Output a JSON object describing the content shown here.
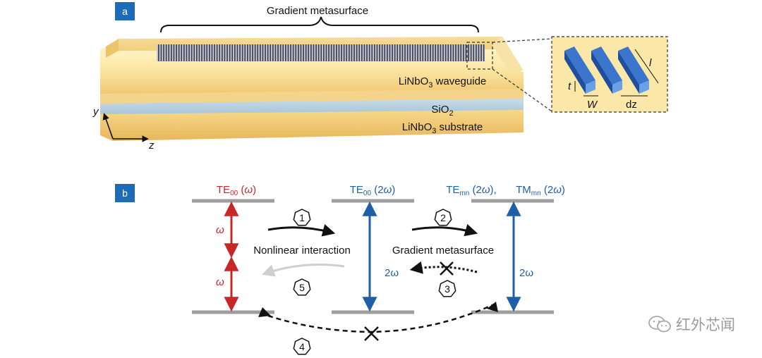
{
  "panel_a": {
    "badge": "a",
    "title": "Gradient metasurface",
    "layer_waveguide": {
      "pre": "LiNbO",
      "sub": "3",
      "post": " waveguide"
    },
    "layer_sio2": {
      "pre": "SiO",
      "sub": "2"
    },
    "layer_substrate": {
      "pre": "LiNbO",
      "sub": "3",
      "post": " substrate"
    },
    "axis_y": "y",
    "axis_z": "z",
    "inset": {
      "t": "t",
      "w": "W",
      "dz": "dz",
      "l": "l"
    }
  },
  "panel_b": {
    "badge": "b",
    "te00_w": {
      "pre": "TE",
      "sub": "00",
      "post": " (",
      "omega": "ω",
      "end": ")"
    },
    "te00_2w": {
      "pre": "TE",
      "sub": "00",
      "post": " (2",
      "omega": "ω",
      "end": ")"
    },
    "temn_2w": {
      "pre": "TE",
      "sub": "mn",
      "post": " (2",
      "omega": "ω",
      "end": "),"
    },
    "tmmn_2w": {
      "pre": "TM",
      "sub": "mn",
      "post": " (2",
      "omega": "ω",
      "end": ")"
    },
    "omega_upper": "ω",
    "omega_lower": "ω",
    "two_omega_left": "2ω",
    "two_omega_right": "2ω",
    "nonlinear_label": "Nonlinear interaction",
    "metasurface_label": "Gradient metasurface",
    "steps": [
      "1",
      "2",
      "3",
      "4",
      "5"
    ]
  },
  "watermark": "红外芯闻",
  "colors": {
    "red": "#c62828",
    "blue": "#1f5fa6",
    "badge": "#1e6bb8",
    "level": "#9e9e9e"
  }
}
